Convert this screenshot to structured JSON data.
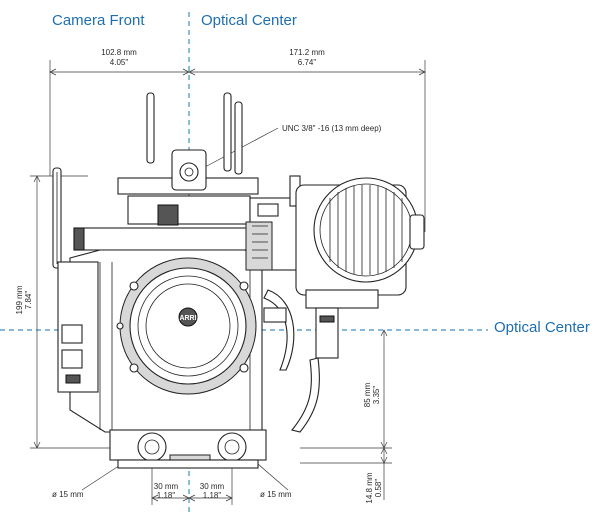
{
  "headers": {
    "camera_front": "Camera Front",
    "optical_center_top": "Optical Center",
    "optical_center_side": "Optical Center"
  },
  "dims": {
    "front_width_mm": "102.8 mm",
    "front_width_in": "4.05\"",
    "center_width_mm": "171.2 mm",
    "center_width_in": "6.74\"",
    "height_mm": "199 mm",
    "height_in": "7.84\"",
    "center_height_mm": "85 mm",
    "center_height_in": "3.35\"",
    "rod_left_mm": "30 mm",
    "rod_left_in": "1.18\"",
    "rod_right_mm": "30 mm",
    "rod_right_in": "1.18\"",
    "bottom_mm": "14.8 mm",
    "bottom_in": "0.58\"",
    "rod_dia_left": "ø 15 mm",
    "rod_dia_right": "ø 15 mm",
    "thread_note": "UNC 3/8\" -16 (13 mm deep)"
  },
  "logo_text": "ARRI",
  "colors": {
    "accent": "#1f6fb0",
    "centerline": "#3d8fc6",
    "ink": "#222222"
  }
}
